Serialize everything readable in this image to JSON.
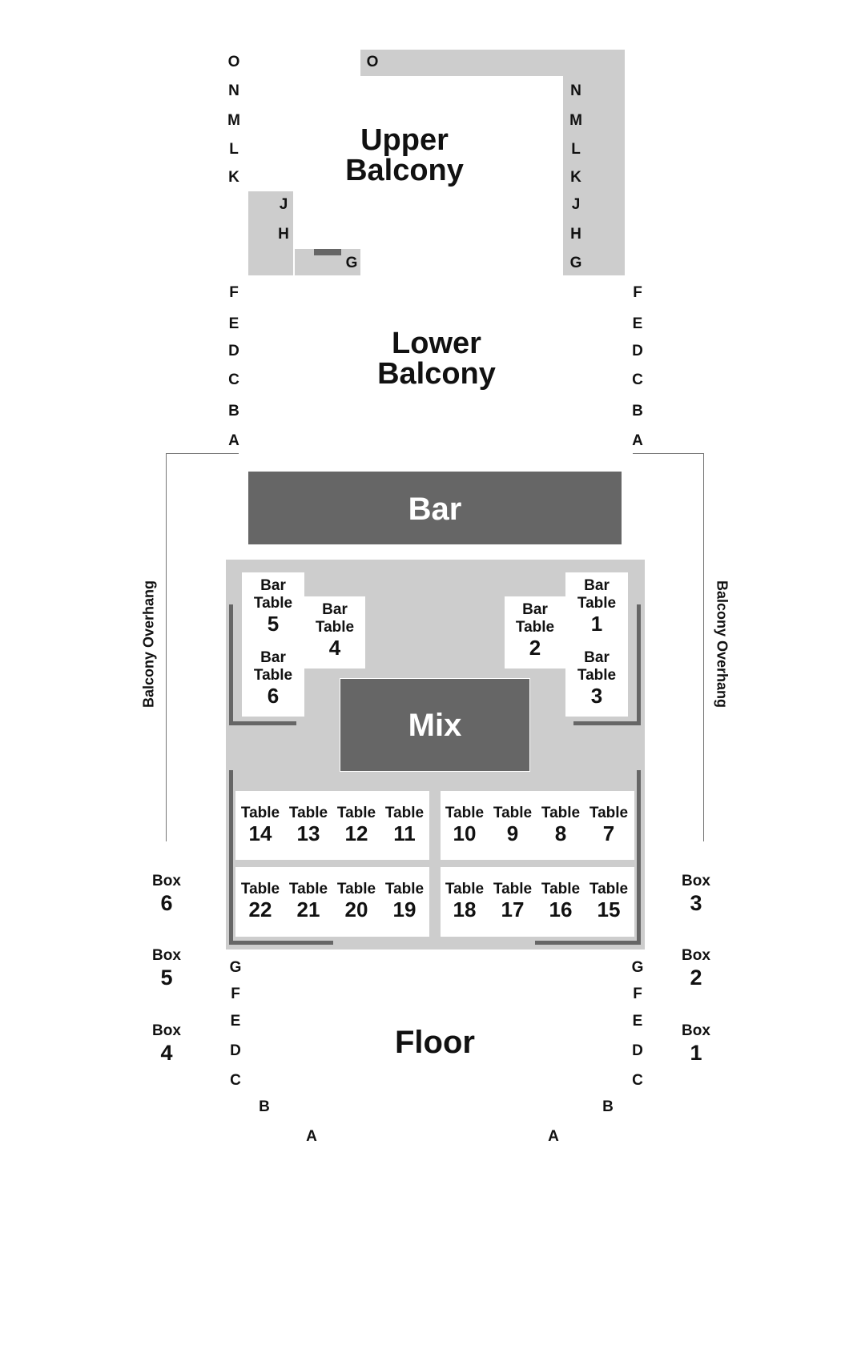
{
  "sections": {
    "upper_balcony": "Upper\nBalcony",
    "lower_balcony": "Lower\nBalcony",
    "bar": "Bar",
    "mix": "Mix",
    "floor": "Floor",
    "balcony_overhang": "Balcony Overhang"
  },
  "upper_left_rows": [
    "O",
    "N",
    "M",
    "L",
    "K"
  ],
  "upper_left_inner_rows": [
    "J",
    "H"
  ],
  "upper_left_g": "G",
  "upper_top_row": "O",
  "upper_right_rows": [
    "N",
    "M",
    "L",
    "K",
    "J",
    "H",
    "G"
  ],
  "lower_rows": [
    "F",
    "E",
    "D",
    "C",
    "B",
    "A"
  ],
  "floor_rows": [
    "G",
    "F",
    "E",
    "D",
    "C",
    "B",
    "A"
  ],
  "bar_tables": {
    "label_line1": "Bar",
    "label_line2": "Table",
    "numbers": {
      "t1": "1",
      "t2": "2",
      "t3": "3",
      "t4": "4",
      "t5": "5",
      "t6": "6"
    }
  },
  "table_label": "Table",
  "tables_row1_left": [
    "14",
    "13",
    "12",
    "11"
  ],
  "tables_row1_right": [
    "10",
    "9",
    "8",
    "7"
  ],
  "tables_row2_left": [
    "22",
    "21",
    "20",
    "19"
  ],
  "tables_row2_right": [
    "18",
    "17",
    "16",
    "15"
  ],
  "box_label": "Box",
  "boxes_left": [
    "6",
    "5",
    "4"
  ],
  "boxes_right": [
    "3",
    "2",
    "1"
  ],
  "colors": {
    "section_fill": "#cdcdcd",
    "dark_fill": "#666666",
    "text": "#111111"
  }
}
